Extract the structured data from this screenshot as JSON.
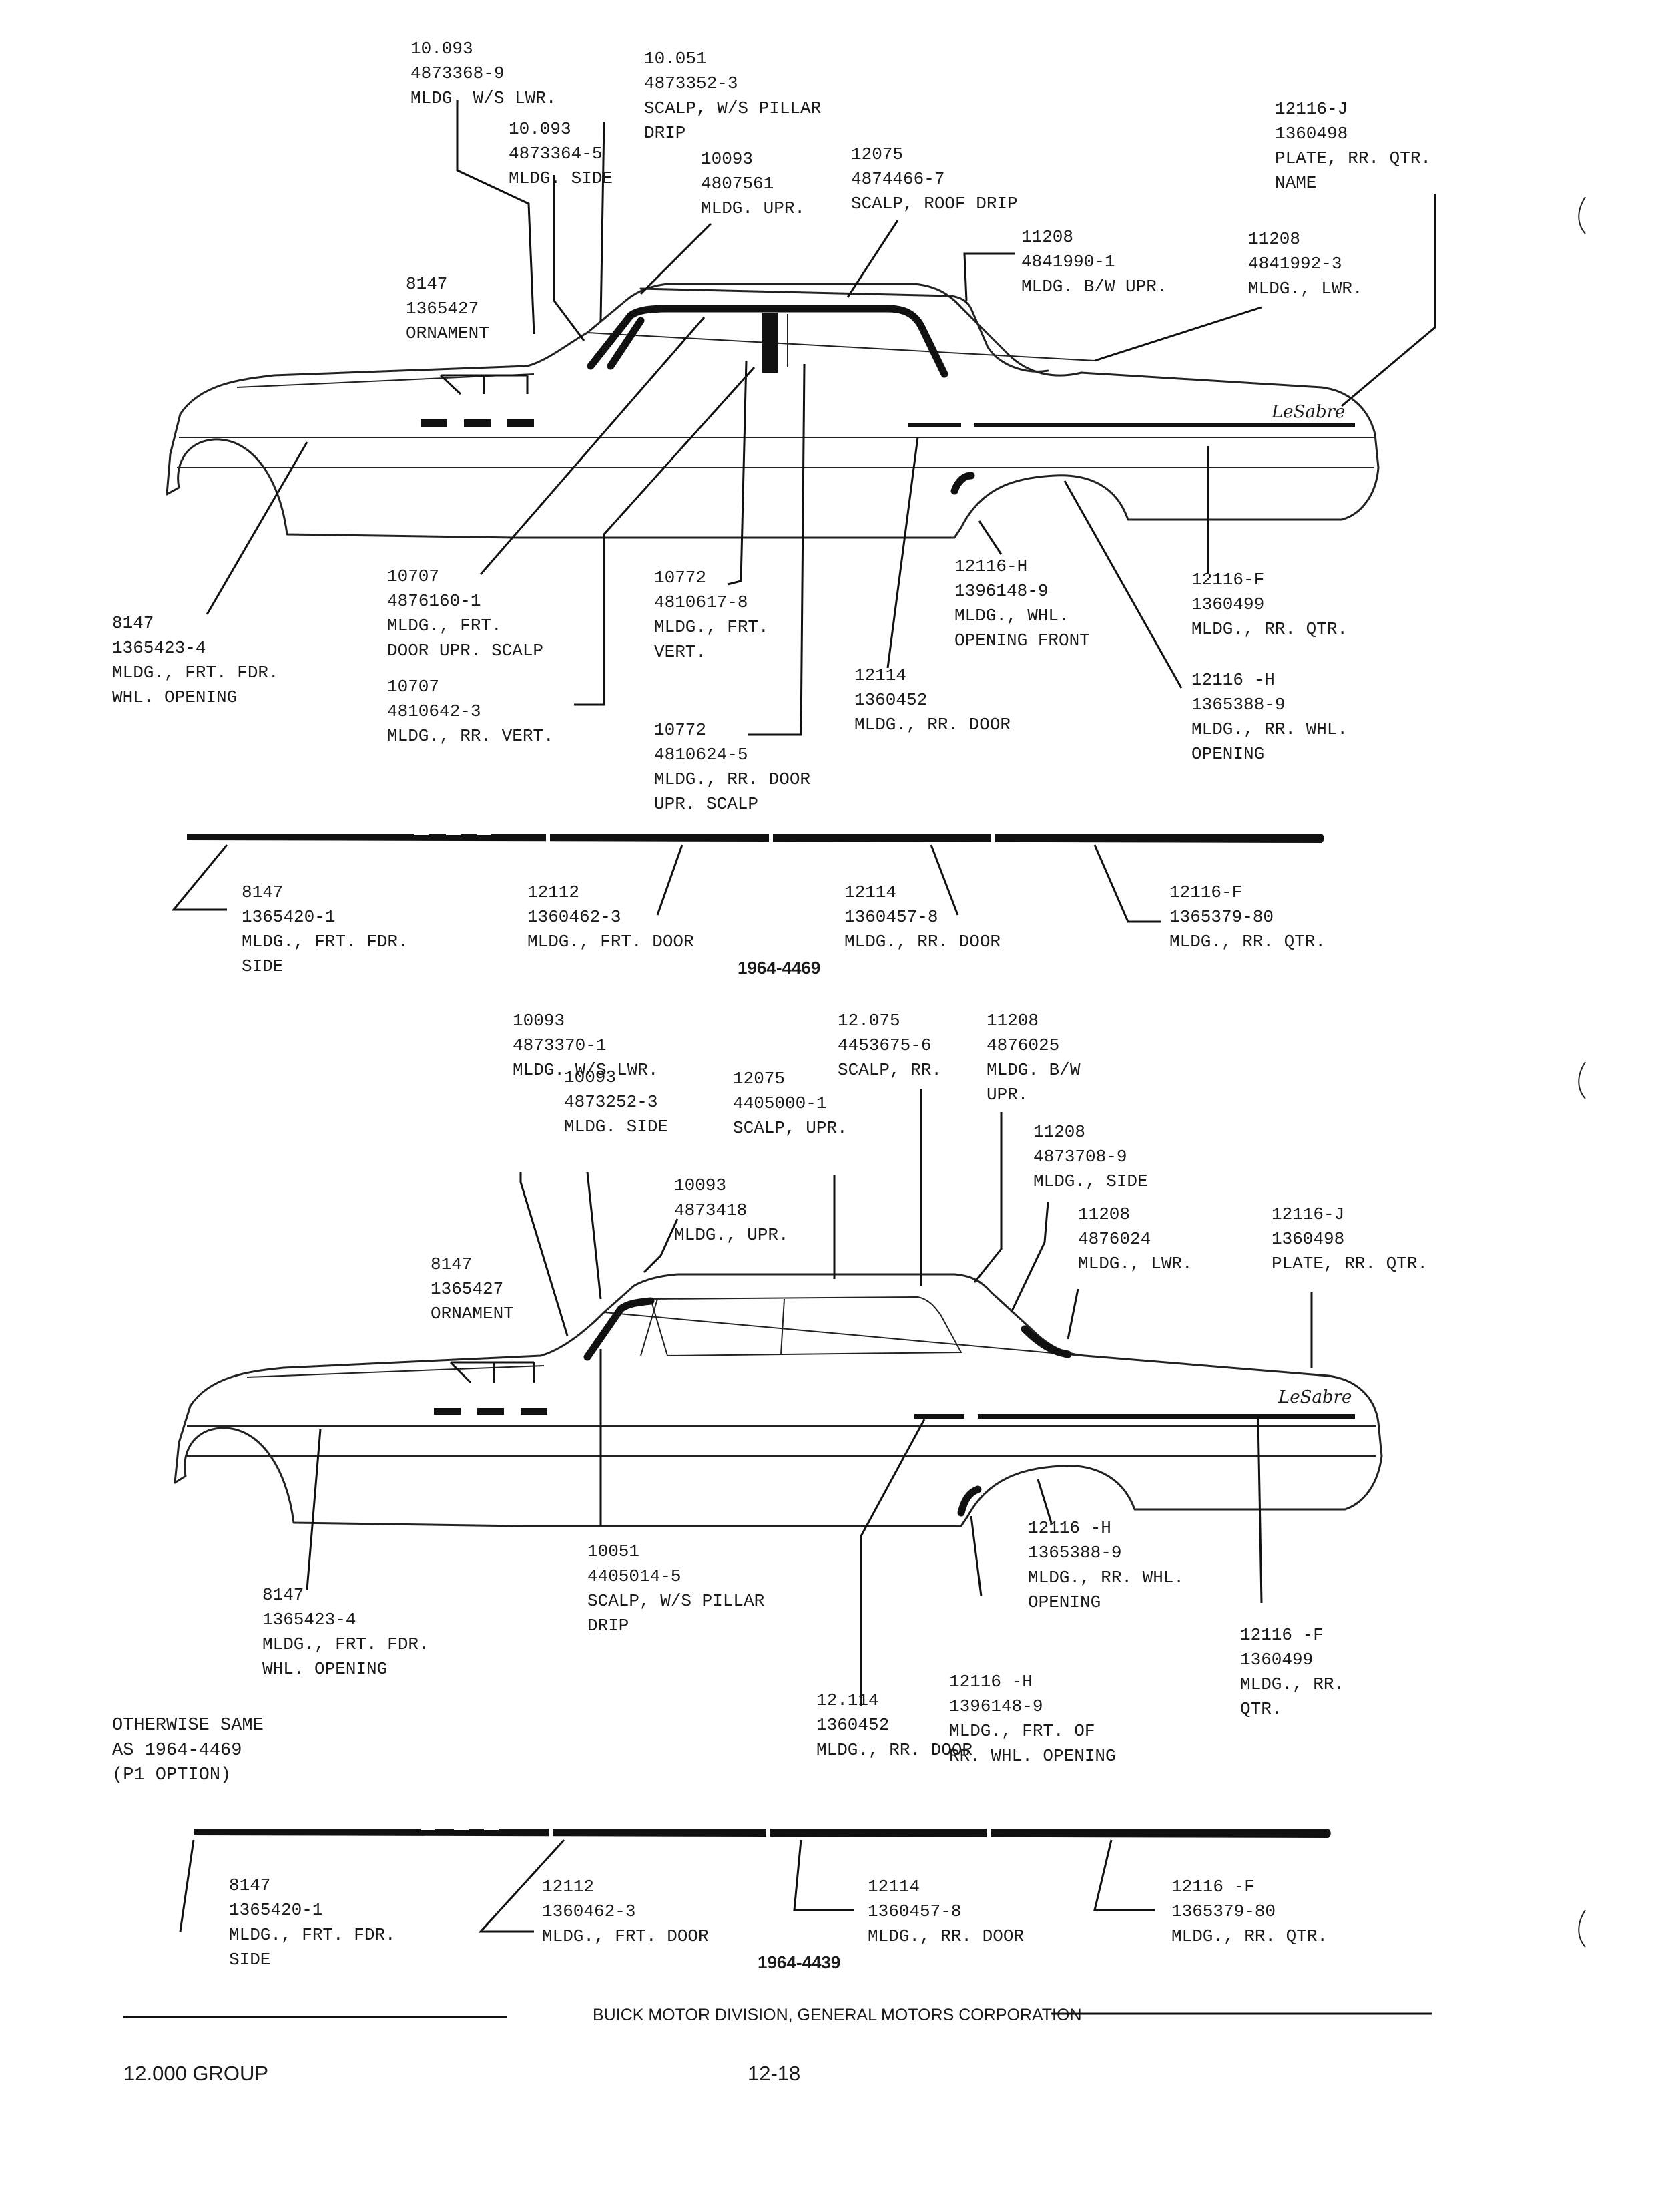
{
  "diagram_1": {
    "id": "1964-4469",
    "callouts": [
      {
        "lines": [
          "10.093",
          "4873368-9",
          "MLDG. W/S LWR."
        ]
      },
      {
        "lines": [
          "10.051",
          "4873352-3",
          "SCALP, W/S PILLAR",
          "DRIP"
        ]
      },
      {
        "lines": [
          "10.093",
          "4873364-5",
          "MLDG. SIDE"
        ]
      },
      {
        "lines": [
          "10093",
          "4807561",
          "MLDG. UPR."
        ]
      },
      {
        "lines": [
          "12075",
          "4874466-7",
          "SCALP, ROOF DRIP"
        ]
      },
      {
        "lines": [
          "12116-J",
          "1360498",
          "PLATE, RR. QTR.",
          "NAME"
        ]
      },
      {
        "lines": [
          "11208",
          "4841990-1",
          "MLDG. B/W UPR."
        ]
      },
      {
        "lines": [
          "11208",
          "4841992-3",
          "MLDG., LWR."
        ]
      },
      {
        "lines": [
          "8147",
          "1365427",
          "ORNAMENT"
        ]
      },
      {
        "lines": [
          "10707",
          "4876160-1",
          "MLDG., FRT.",
          "DOOR UPR. SCALP"
        ]
      },
      {
        "lines": [
          "10772",
          "4810617-8",
          "MLDG., FRT.",
          "VERT."
        ]
      },
      {
        "lines": [
          "12116-H",
          "1396148-9",
          "MLDG., WHL.",
          "OPENING FRONT"
        ]
      },
      {
        "lines": [
          "12116-F",
          "1360499",
          "MLDG., RR. QTR."
        ]
      },
      {
        "lines": [
          "8147",
          "1365423-4",
          "MLDG., FRT. FDR.",
          "WHL. OPENING"
        ]
      },
      {
        "lines": [
          "10707",
          "4810642-3",
          "MLDG., RR. VERT."
        ]
      },
      {
        "lines": [
          "12114",
          "1360452",
          "MLDG., RR. DOOR"
        ]
      },
      {
        "lines": [
          "12116 -H",
          "1365388-9",
          "MLDG., RR. WHL.",
          "OPENING"
        ]
      },
      {
        "lines": [
          "10772",
          "4810624-5",
          "MLDG., RR. DOOR",
          "UPR. SCALP"
        ]
      }
    ],
    "strip_callouts": [
      {
        "lines": [
          "8147",
          "1365420-1",
          "MLDG., FRT. FDR.",
          "SIDE"
        ]
      },
      {
        "lines": [
          "12112",
          "1360462-3",
          "MLDG., FRT. DOOR"
        ]
      },
      {
        "lines": [
          "12114",
          "1360457-8",
          "MLDG., RR. DOOR"
        ]
      },
      {
        "lines": [
          "12116-F",
          "1365379-80",
          "MLDG., RR. QTR."
        ]
      }
    ],
    "badge": "LeSabre"
  },
  "diagram_2": {
    "id": "1964-4439",
    "callouts": [
      {
        "lines": [
          "10093",
          "4873370-1",
          "MLDG. W/S LWR."
        ]
      },
      {
        "lines": [
          "12.075",
          "4453675-6",
          "SCALP, RR."
        ]
      },
      {
        "lines": [
          "11208",
          "4876025",
          "MLDG. B/W",
          "UPR."
        ]
      },
      {
        "lines": [
          "10093",
          "4873252-3",
          "MLDG. SIDE"
        ]
      },
      {
        "lines": [
          "12075",
          "4405000-1",
          "SCALP, UPR."
        ]
      },
      {
        "lines": [
          "11208",
          "4873708-9",
          "MLDG., SIDE"
        ]
      },
      {
        "lines": [
          "10093",
          "4873418",
          "MLDG., UPR."
        ]
      },
      {
        "lines": [
          "11208",
          "4876024",
          "MLDG., LWR."
        ]
      },
      {
        "lines": [
          "12116-J",
          "1360498",
          "PLATE, RR. QTR."
        ]
      },
      {
        "lines": [
          "8147",
          "1365427",
          "ORNAMENT"
        ]
      },
      {
        "lines": [
          "10051",
          "4405014-5",
          "SCALP, W/S PILLAR",
          "DRIP"
        ]
      },
      {
        "lines": [
          "8147",
          "1365423-4",
          "MLDG., FRT. FDR.",
          "WHL. OPENING"
        ]
      },
      {
        "lines": [
          "12116 -H",
          "1365388-9",
          "MLDG., RR. WHL.",
          "OPENING"
        ]
      },
      {
        "lines": [
          "12116 -H",
          "1396148-9",
          "MLDG., FRT. OF",
          "RR. WHL. OPENING"
        ]
      },
      {
        "lines": [
          "12116 -F",
          "1360499",
          "MLDG., RR.",
          "QTR."
        ]
      },
      {
        "lines": [
          "12.114",
          "1360452",
          "MLDG., RR. DOOR"
        ]
      }
    ],
    "note": [
      "OTHERWISE SAME",
      "AS 1964-4469",
      "(P1 OPTION)"
    ],
    "strip_callouts": [
      {
        "lines": [
          "8147",
          "1365420-1",
          "MLDG., FRT. FDR.",
          "SIDE"
        ]
      },
      {
        "lines": [
          "12112",
          "1360462-3",
          "MLDG., FRT. DOOR"
        ]
      },
      {
        "lines": [
          "12114",
          "1360457-8",
          "MLDG., RR. DOOR"
        ]
      },
      {
        "lines": [
          "12116 -F",
          "1365379-80",
          "MLDG., RR. QTR."
        ]
      }
    ],
    "badge": "LeSabre"
  },
  "footer": {
    "company": "BUICK MOTOR DIVISION, GENERAL MOTORS CORPORATION",
    "group": "12.000 GROUP",
    "page": "12-18"
  }
}
